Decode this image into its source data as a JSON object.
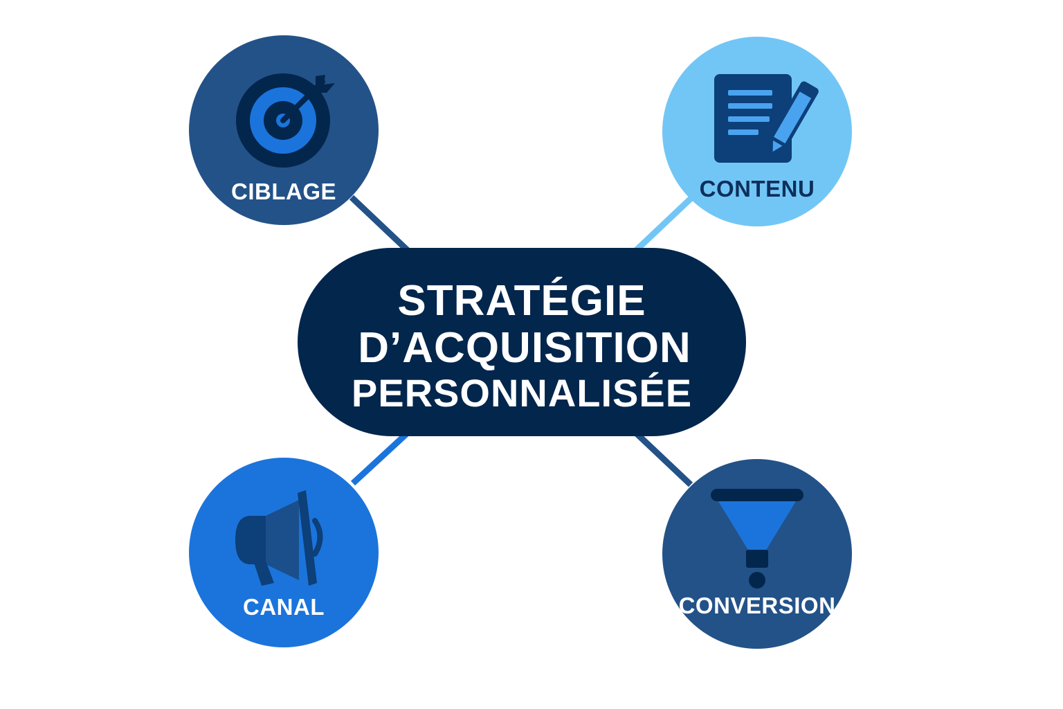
{
  "center": {
    "line1": "STRATÉGIE",
    "line2": "D’ACQUISITION",
    "line3": "PERSONNALISÉE",
    "color": "#03264d",
    "text_color": "#ffffff"
  },
  "nodes": {
    "ciblage": {
      "label": "CIBLAGE",
      "icon": "target-icon",
      "fill": "#235288",
      "text_color": "#ffffff",
      "connector_color": "#235288"
    },
    "contenu": {
      "label": "CONTENU",
      "icon": "document-pencil-icon",
      "fill": "#72c6f5",
      "text_color": "#0d2f5c",
      "connector_color": "#72c6f5"
    },
    "canal": {
      "label": "CANAL",
      "icon": "megaphone-icon",
      "fill": "#1b74db",
      "text_color": "#ffffff",
      "connector_color": "#1b74db"
    },
    "conversion": {
      "label": "CONVERSION",
      "icon": "funnel-icon",
      "fill": "#235288",
      "text_color": "#ffffff",
      "connector_color": "#235288"
    }
  }
}
